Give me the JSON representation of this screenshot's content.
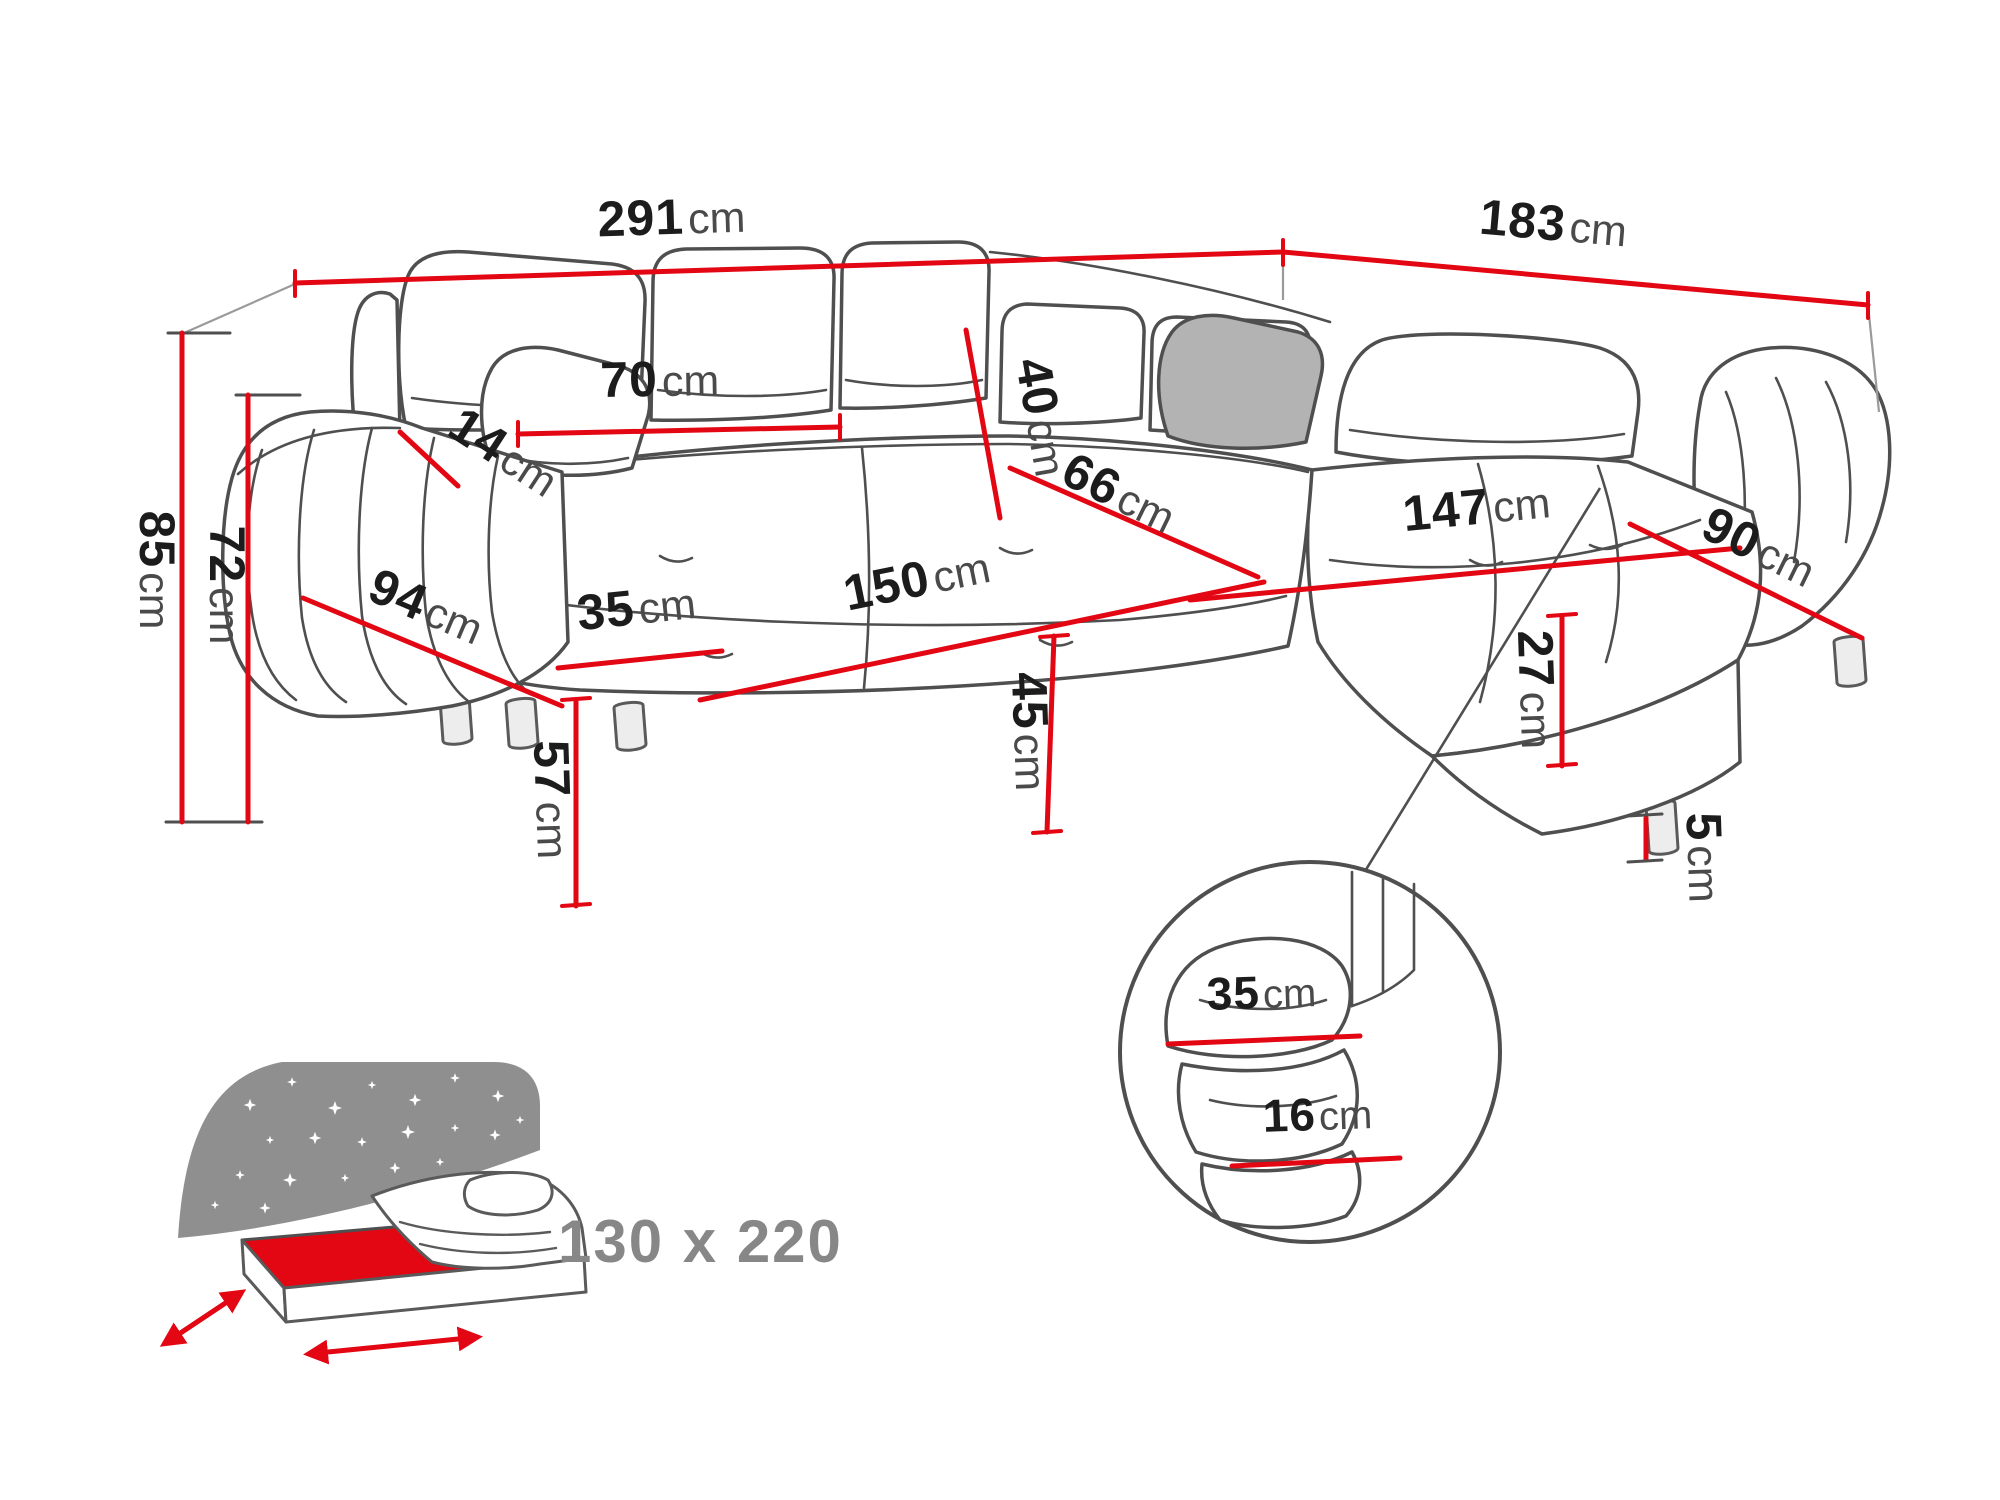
{
  "unit": "cm",
  "dims": {
    "total_width": "291",
    "total_depth": "183",
    "total_height": "85",
    "backrest_height": "72",
    "back_cushion_width": "70",
    "backrest_top_depth": "14",
    "back_cushion_height": "40",
    "seat_depth": "66",
    "chaise_length": "147",
    "chaise_width": "90",
    "armrest_length": "94",
    "seat_pillow_width": "35",
    "seat_width": "150",
    "seat_height": "45",
    "armrest_height": "57",
    "chaise_seat_height": "27",
    "leg_height": "5"
  },
  "detail": {
    "cushion_width": "35",
    "cushion_thickness": "16"
  },
  "sleeping_area": {
    "size_label": "130 x 220"
  },
  "colors": {
    "dimension_red": "#e30613",
    "outline_gray": "#4f4f4f",
    "text_dark": "#1c1c1c",
    "unit_gray": "#4a4a4a",
    "bed_gray": "#8f8f8f",
    "size_text_gray": "#878787",
    "pillow_gray": "#b3b3b3"
  }
}
